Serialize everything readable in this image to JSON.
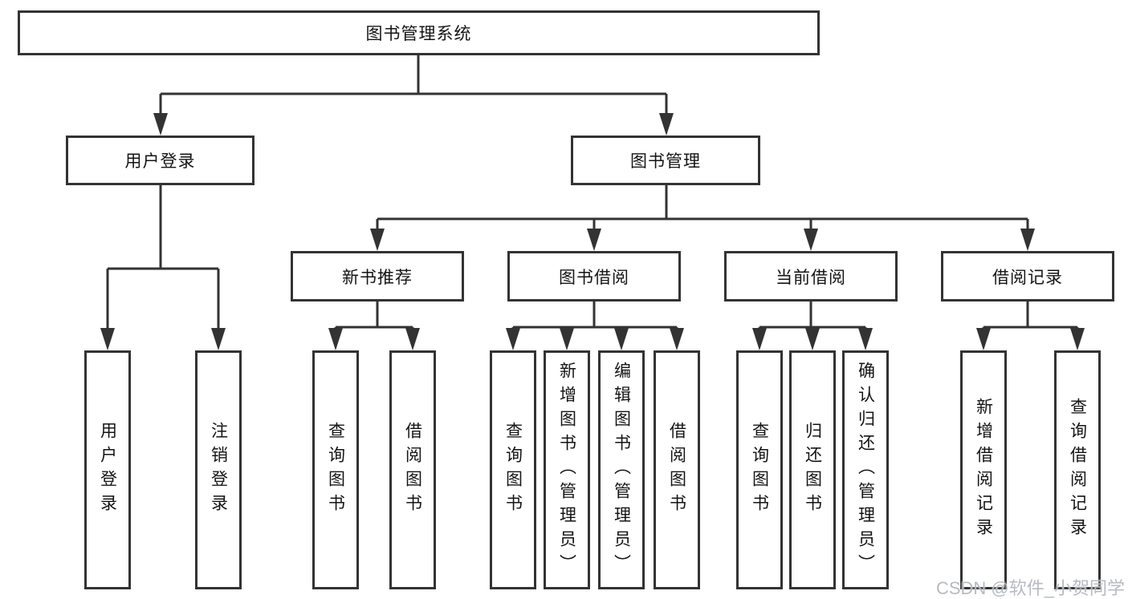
{
  "diagram": {
    "root": {
      "label": "图书管理系统"
    },
    "branches": [
      {
        "label": "用户登录",
        "children": [
          "用户登录",
          "注销登录"
        ]
      },
      {
        "label": "图书管理"
      }
    ],
    "modules": [
      {
        "label": "新书推荐",
        "children": [
          "查询图书",
          "借阅图书"
        ]
      },
      {
        "label": "图书借阅",
        "children": [
          "查询图书",
          "新增图书（管理员）",
          "编辑图书（管理员）",
          "借阅图书"
        ]
      },
      {
        "label": "当前借阅",
        "children": [
          "查询图书",
          "归还图书",
          "确认归还（管理员）"
        ]
      },
      {
        "label": "借阅记录",
        "children": [
          "新增借阅记录",
          "查询借阅记录"
        ]
      }
    ]
  },
  "watermark": {
    "text": "CSDN @软件_小贺同学"
  },
  "colors": {
    "line": "#333333",
    "text": "#141414",
    "watermark": "#b2b7bf"
  }
}
